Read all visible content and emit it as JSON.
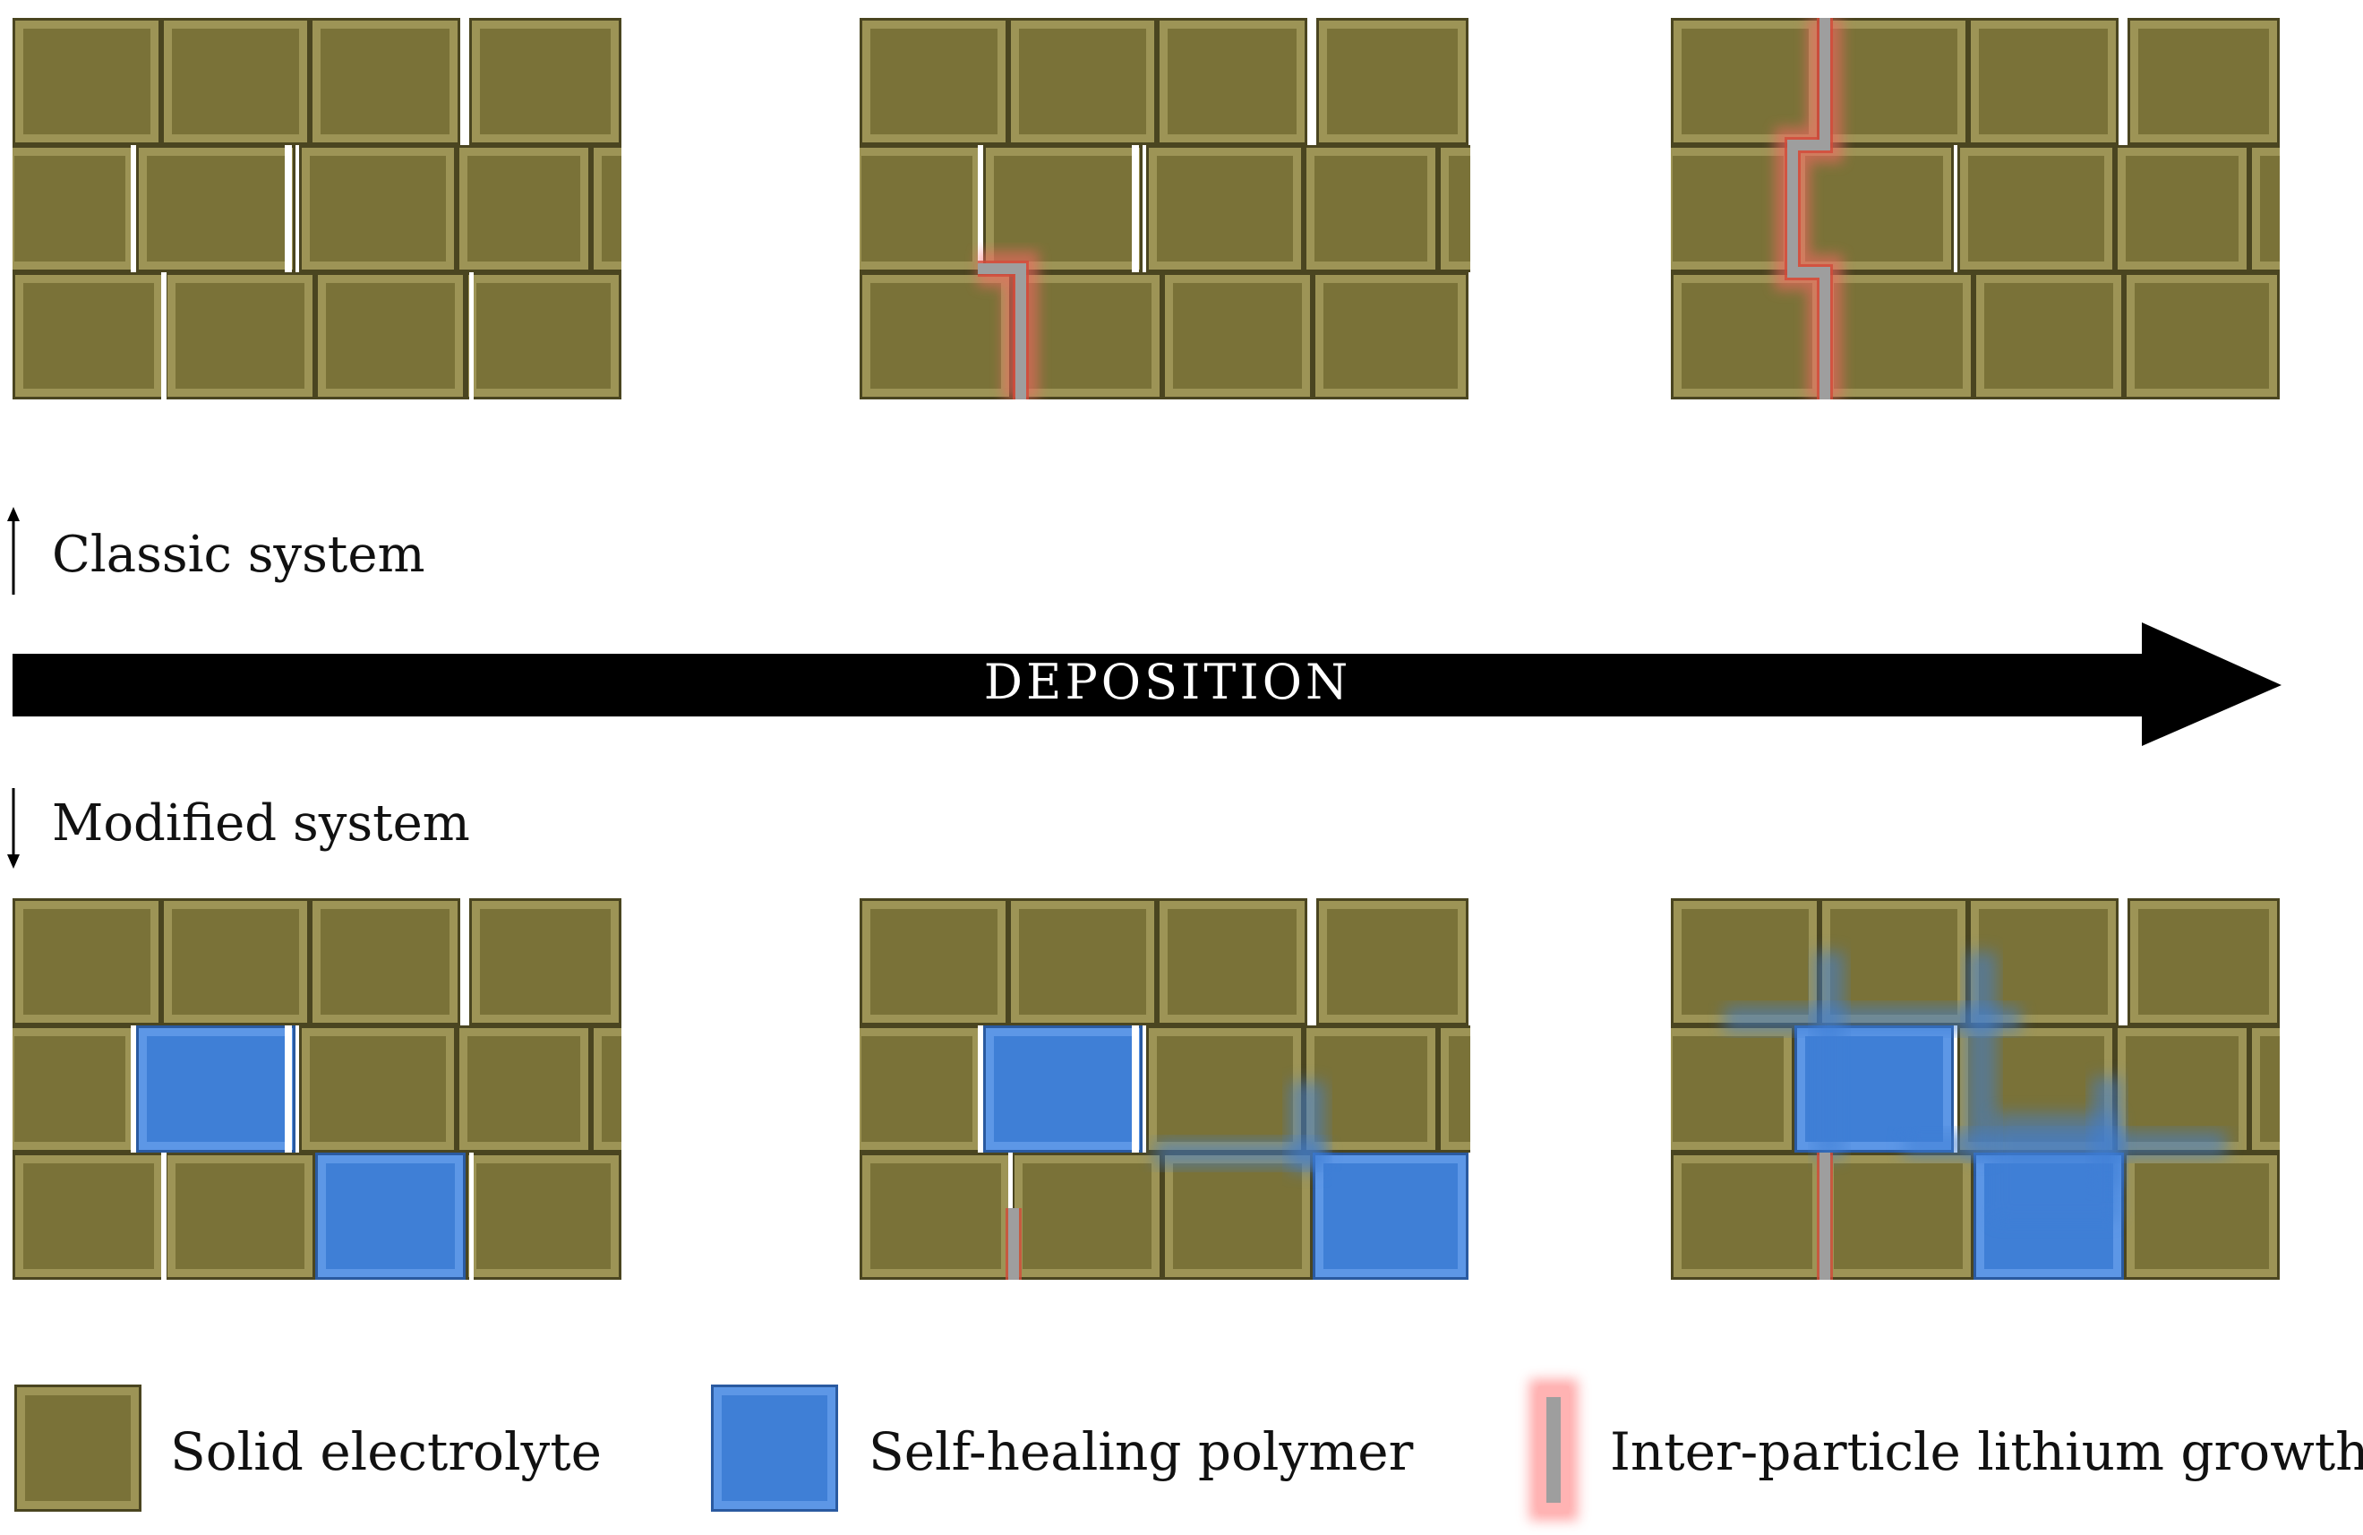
{
  "labels": {
    "classic": "Classic system",
    "modified": "Modified system",
    "deposition": "DEPOSITION"
  },
  "legend": {
    "electrolyte": "Solid electrolyte",
    "polymer": "Self-healing polymer",
    "lithium": "Inter-particle lithium growth"
  },
  "colors": {
    "electrolyte": "#7a7238",
    "electrolyte_dark": "#4a4520",
    "electrolyte_light": "#9d9456",
    "polymer": "#3f7fd6",
    "lithium": "#9e9e9e",
    "lithium_glow": "#ff6666",
    "arrow": "#000000"
  }
}
